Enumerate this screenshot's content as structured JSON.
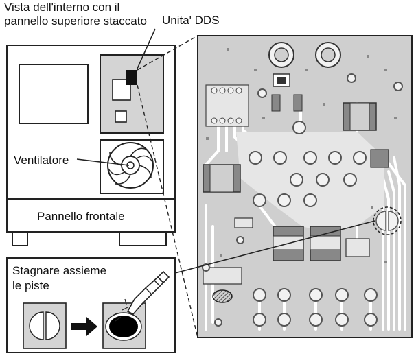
{
  "diagram": {
    "title_line1": "Vista dell'interno con il",
    "title_line2": "pannello superiore staccato",
    "dds_label": "Unita' DDS",
    "fan_label": "Ventilatore",
    "front_panel_label": "Pannello frontale",
    "tinning_line1": "Stagnare assieme",
    "tinning_line2": "le piste"
  },
  "colors": {
    "board": "#cfcfcf",
    "dds_bg": "#d4d4d4",
    "pad": "#f2f2f2",
    "trace": "#ffffff",
    "outline": "#222222",
    "solder": "#000000"
  },
  "icons": [
    "fan-icon",
    "arrow-right-icon",
    "soldering-iron-icon"
  ]
}
